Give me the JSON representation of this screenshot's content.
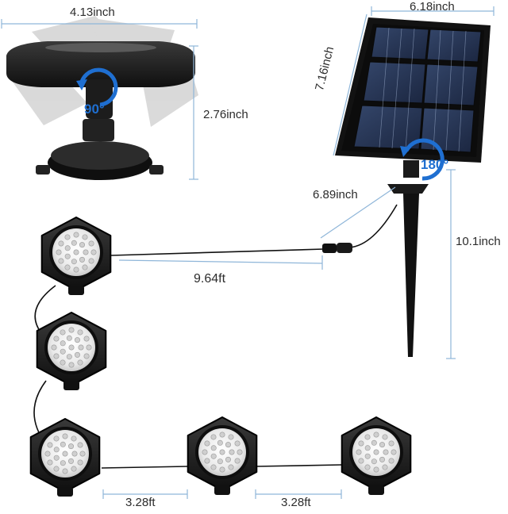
{
  "dimensions": {
    "width_top": "4.13inch",
    "height_side": "2.76inch",
    "panel_width": "6.18inch",
    "panel_height": "7.16inch",
    "stake_to_connector": "6.89inch",
    "stake_height": "10.1inch",
    "cable_to_first_light": "9.64ft",
    "light_spacing_1": "3.28ft",
    "light_spacing_2": "3.28ft"
  },
  "rotation": {
    "light_tilt": "90°",
    "panel_rotation": "180°"
  },
  "colors": {
    "dimension_line": "#8fb6d9",
    "rotation_accent": "#1f6fd1",
    "product_body": "#1d1d1d",
    "solar_cell": "#26344f",
    "led_lens": "#f2f2f2"
  },
  "icons": {
    "rotation": "rotate-arrow-icon",
    "led": "led-spotlight-icon",
    "panel": "solar-panel-icon"
  }
}
